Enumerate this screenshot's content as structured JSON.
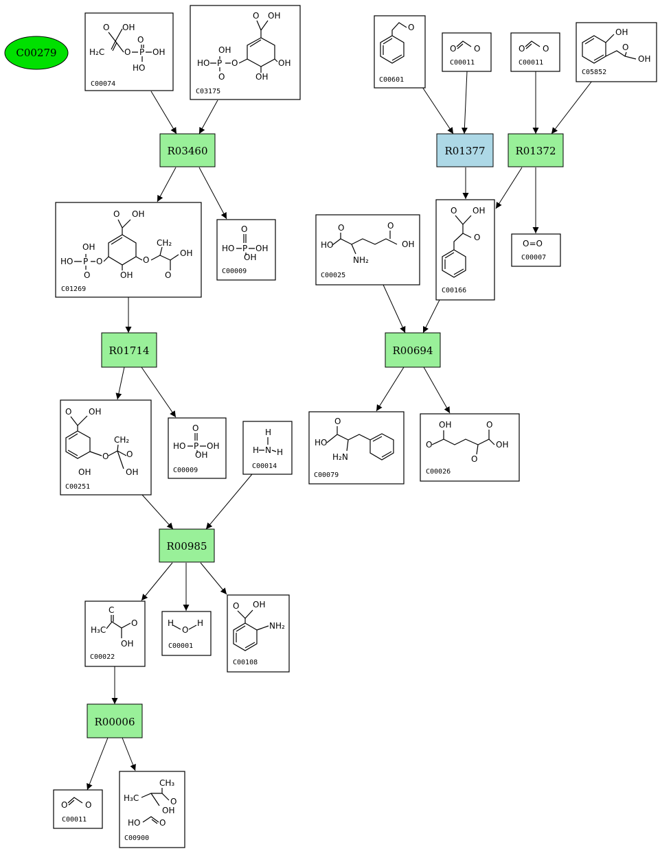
{
  "root": {
    "label": "C00279",
    "color": "#00e000"
  },
  "colors": {
    "reaction": "#99f099",
    "highlight": "#add8e6"
  },
  "reactions": {
    "R03460": "R03460",
    "R01714": "R01714",
    "R00985": "R00985",
    "R00006": "R00006",
    "R01377": "R01377",
    "R01372": "R01372",
    "R00694": "R00694"
  },
  "compounds": {
    "c00074": "C00074",
    "c03175": "C03175",
    "c01269": "C01269",
    "c00009a": "C00009",
    "c00251": "C00251",
    "c00009b": "C00009",
    "c00014": "C00014",
    "c00022": "C00022",
    "c00001": "C00001",
    "c00108": "C00108",
    "c00011a": "C00011",
    "c00900": "C00900",
    "c00601": "C00601",
    "c00011b": "C00011",
    "c00011c": "C00011",
    "c05852": "C05852",
    "c00025": "C00025",
    "c00166": "C00166",
    "c00007": "C00007",
    "c00079": "C00079",
    "c00026": "C00026"
  },
  "atoms": {
    "oh": "OH",
    "ho": "HO",
    "o": "O",
    "p": "P",
    "h2c": "H₂C",
    "ch2": "CH₂",
    "h3c": "H₃C",
    "ch3": "CH₃",
    "nh2": "NH₂",
    "h2n": "H₂N",
    "h": "H",
    "n": "N",
    "oeo": "O=O",
    "c": "C"
  }
}
